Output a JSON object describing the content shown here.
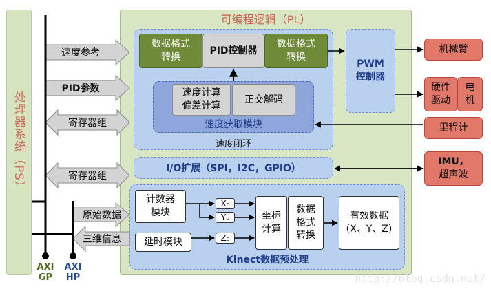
{
  "ps": {
    "label": "处理器系统（PS）"
  },
  "pl": {
    "title": "可编程逻辑（PL）"
  },
  "ps_interfaces": {
    "speed_ref": "速度参考",
    "pid_params": "PID参数",
    "registers_1": "寄存器组",
    "registers_2": "寄存器组",
    "raw_data": "原始数据",
    "3d_info": "三维信息"
  },
  "speed_loop": {
    "label": "速度闭环",
    "convert_left": [
      "数据格式",
      "转换"
    ],
    "pid": "PID控制器",
    "convert_right": [
      "数据格式",
      "转换"
    ],
    "speed_acq": {
      "label": "速度获取模块",
      "calc": [
        "速度计算",
        "偏差计算"
      ],
      "quad": "正交解码"
    }
  },
  "pwm": [
    "PWM",
    "控制器"
  ],
  "io": {
    "label": "I/O扩展（SPI，I2C，GPIO）"
  },
  "kinect": {
    "label": "Kinect数据预处理",
    "counter": [
      "计数器",
      "模块"
    ],
    "delay": "延时模块",
    "x0": "X₀",
    "y0": "Y₀",
    "z0": "Z₀",
    "coord": [
      "坐标",
      "计算"
    ],
    "convert": [
      "数据",
      "格式",
      "转换"
    ],
    "valid": [
      "有效数据",
      "(X、Y、Z)"
    ]
  },
  "external": {
    "arm": "机械臂",
    "driver": [
      "硬件",
      "驱动"
    ],
    "motor": [
      "电",
      "机"
    ],
    "odometer": "里程计",
    "imu": [
      "IMU，",
      "超声波"
    ]
  },
  "axi": {
    "gp": [
      "AXI",
      "GP"
    ],
    "hp": [
      "AXI",
      "HP"
    ]
  },
  "colors": {
    "pl_bg": "#d8e6c4",
    "ps_bg": "#d6e4bf",
    "block_green": "#6f8b3a",
    "block_blue": "#b9d0ee",
    "block_red": "#e2786a",
    "axi_gp": "#4f6b22",
    "axi_hp": "#2d4a8c"
  },
  "watermark": "http://blog.csdn.net/"
}
